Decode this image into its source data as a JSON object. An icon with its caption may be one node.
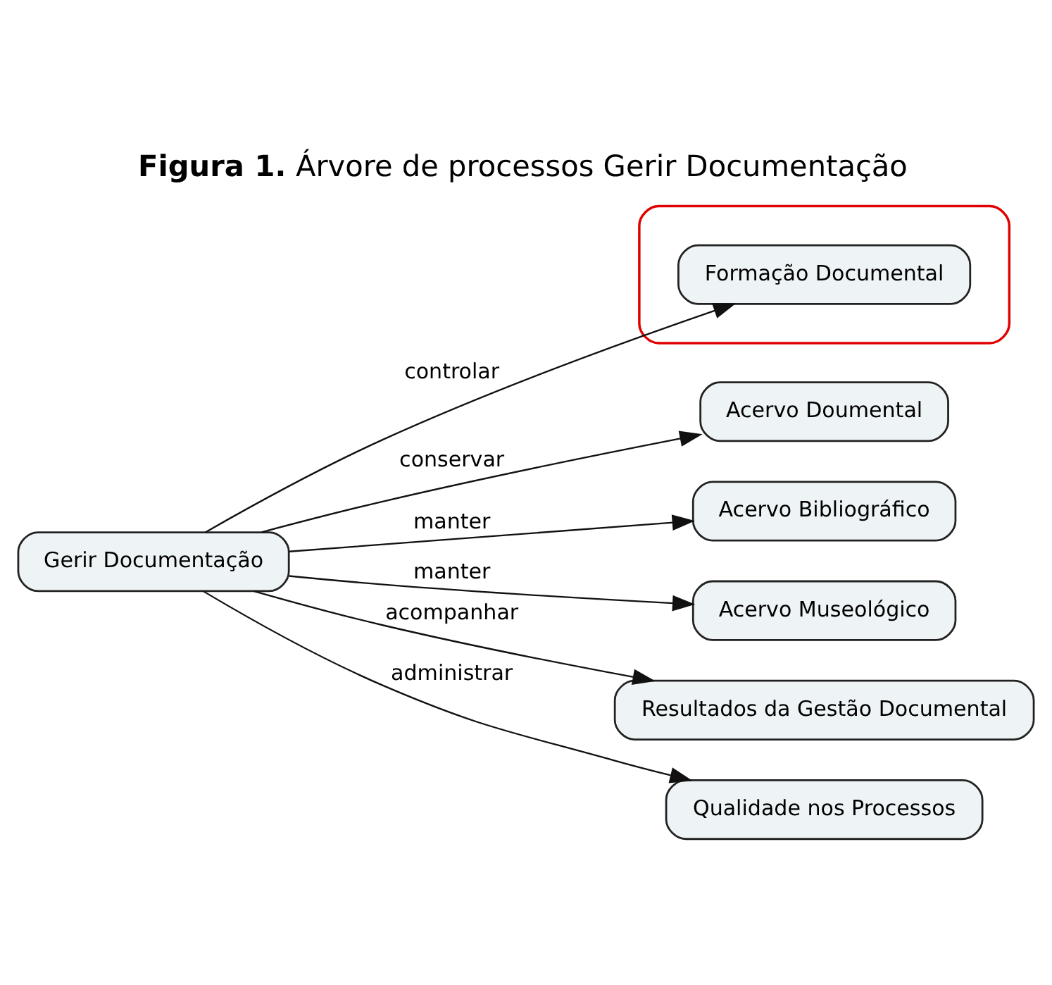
{
  "diagram": {
    "title": "**Figura 1.** Árvore de processos Gerir Documentação",
    "nodes": [
      {
        "text": [],
        "shape": "ellipse"
      },
      {
        "text": [
          "Formação Documental"
        ],
        "in": 0
      },
      {
        "text": [
          "Acervo Doumental"
        ]
      },
      {
        "text": [
          "Acervo Bibliográfico"
        ]
      },
      {
        "text": [
          "Acervo Museológico"
        ]
      },
      {
        "text": [
          "Resultados da Gestão Documental"
        ]
      },
      {
        "text": [
          "Qualidade nos Processos"
        ]
      },
      {
        "text": [
          "Gerir Documentação"
        ]
      }
    ],
    "edges": [
      {
        "from": 7,
        "to": 1,
        "arrow": "to",
        "label": "controlar"
      },
      {
        "from": 7,
        "to": 2,
        "arrow": "to",
        "label": "conservar"
      },
      {
        "from": 7,
        "to": 3,
        "arrow": "to",
        "label": "manter"
      },
      {
        "from": 7,
        "to": 4,
        "arrow": "to",
        "label": "manter"
      },
      {
        "from": 7,
        "to": 5,
        "arrow": "to",
        "label": "acompanhar"
      },
      {
        "from": 7,
        "to": 6,
        "arrow": "to",
        "label": "administrar"
      }
    ]
  }
}
